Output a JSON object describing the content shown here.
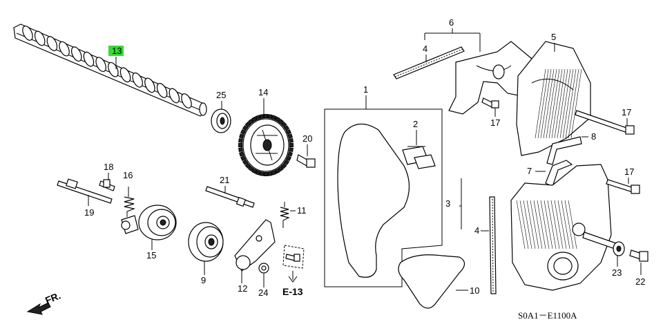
{
  "labels": {
    "l1": "1",
    "l2": "2",
    "l3": "3",
    "l4a": "4",
    "l4b": "4",
    "l5": "5",
    "l6": "6",
    "l7": "7",
    "l8": "8",
    "l9": "9",
    "l10": "10",
    "l11": "11",
    "l12": "12",
    "l13": "13",
    "l14": "14",
    "l15": "15",
    "l16": "16",
    "l17a": "17",
    "l17b": "17",
    "l17c": "17",
    "l18": "18",
    "l19": "19",
    "l20": "20",
    "l21": "21",
    "l22": "22",
    "l23": "23",
    "l24": "24",
    "l25": "25"
  },
  "ref_label": "E-13",
  "fr_label": "FR.",
  "diagram_code": "S0A1－E1100A",
  "highlight_color": "#33dd33"
}
